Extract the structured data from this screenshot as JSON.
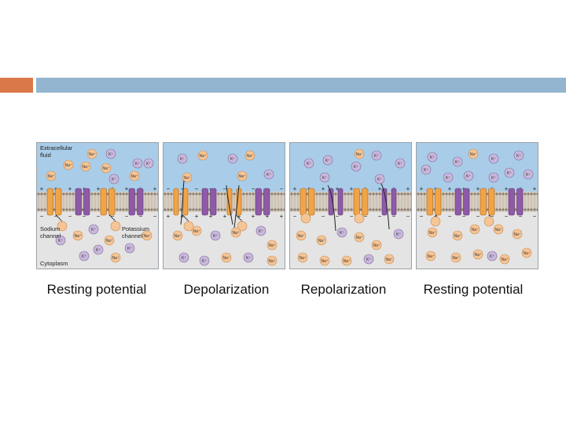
{
  "colors": {
    "accent": "#d9794a",
    "bar": "#93b5cf",
    "extracellular": "#a9cde8",
    "cytoplasm": "#e4e4e4",
    "sodium_channel": "#f2a445",
    "potassium_channel": "#8e5aa8",
    "na_ion": "#f5c596",
    "k_ion": "#c9b8dc"
  },
  "panels": [
    {
      "caption": "Resting potential",
      "labels": {
        "extracellular": "Extracellular fluid",
        "sodium": "Sodium channel",
        "potassium": "Potassium channel",
        "cytoplasm": "Cytoplasm"
      }
    },
    {
      "caption": "Depolarization"
    },
    {
      "caption": "Repolarization"
    },
    {
      "caption": "Resting potential"
    }
  ],
  "ions": {
    "na": "Na⁺",
    "k": "K⁺"
  }
}
